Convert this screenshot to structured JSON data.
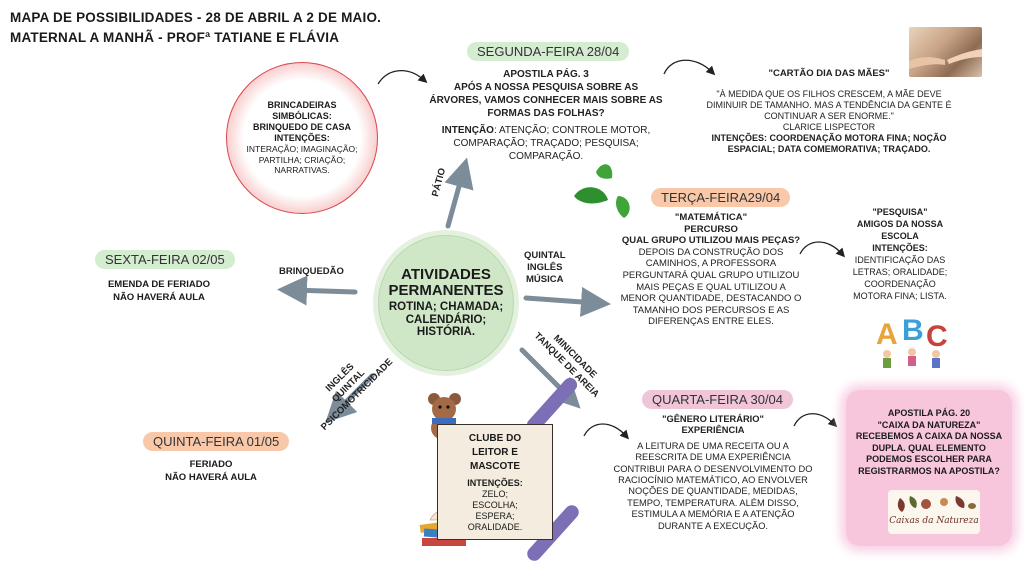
{
  "header": {
    "line1": "MAPA DE POSSIBILIDADES -  28 DE ABRIL A 2 DE MAIO.",
    "line2": "MATERNAL A MANHÃ - PROFª TATIANE E FLÁVIA"
  },
  "hub": {
    "title": "ATIVIDADES PERMANENTES",
    "subtitle": "ROTINA; CHAMADA; CALENDÁRIO; HISTÓRIA."
  },
  "arrows": {
    "patio": "PÁTIO",
    "quintal_ingles_musica": "QUINTAL\nINGLÊS\nMÚSICA",
    "minicidade": "MINICIDADE\nTANQUE DE AREIA",
    "ingles_quintal_psico": "INGLÊS\nQUINTAL\nPSICOMOTRICIDADE",
    "brinquedao": "BRINQUEDÃO"
  },
  "brincadeiras": {
    "title": "BRINCADEIRAS SIMBÓLICAS:",
    "subtitle": "BRINQUEDO DE CASA",
    "intencoes_label": "INTENÇÕES:",
    "intencoes": "INTERAÇÃO; IMAGINAÇÃO; PARTILHA; CRIAÇÃO; NARRATIVAS."
  },
  "segunda": {
    "pill": "SEGUNDA-FEIRA 28/04",
    "activity": "APOSTILA PÁG. 3",
    "text": "APÓS A NOSSA PESQUISA SOBRE AS ÁRVORES, VAMOS CONHECER MAIS SOBRE AS FORMAS DAS FOLHAS?",
    "intencao_label": "INTENÇÃO",
    "intencao": ": ATENÇÃO; CONTROLE  MOTOR, COMPARAÇÃO; TRAÇADO; PESQUISA; COMPARAÇÃO."
  },
  "cartao": {
    "title": "\"CARTÃO DIA DAS MÃES\"",
    "quote": "\"À MEDIDA QUE OS FILHOS CRESCEM, A MÃE DEVE DIMINUIR DE TAMANHO. MAS A TENDÊNCIA DA GENTE É CONTINUAR A SER ENORME.\"",
    "author": "CLARICE LISPECTOR",
    "intencoes": "INTENÇÕES: COORDENAÇÃO MOTORA FINA; NOÇÃO ESPACIAL; DATA COMEMORATIVA; TRAÇADO."
  },
  "terca": {
    "pill": "TERÇA-FEIRA29/04",
    "line1": "\"MATEMÁTICA\"",
    "line2": "PERCURSO",
    "line3": "QUAL GRUPO UTILIZOU MAIS PEÇAS?",
    "text": "DEPOIS DA CONSTRUÇÃO DOS CAMINHOS, A PROFESSORA PERGUNTARÁ QUAL GRUPO UTILIZOU MAIS PEÇAS E QUAL UTILIZOU A MENOR QUANTIDADE, DESTACANDO O TAMANHO DOS PERCURSOS E AS DIFERENÇAS ENTRE ELES."
  },
  "pesquisa": {
    "title": "\"PESQUISA\"",
    "subtitle": "AMIGOS DA NOSSA ESCOLA",
    "intencoes_label": "INTENÇÕES:",
    "intencoes": "IDENTIFICAÇÃO DAS LETRAS; ORALIDADE; COORDENAÇÃO MOTORA FINA; LISTA.",
    "abc": [
      "A",
      "B",
      "C"
    ]
  },
  "quarta": {
    "pill": "QUARTA-FEIRA 30/04",
    "line1": "\"GÊNERO LITERÁRIO\"",
    "line2": "EXPERIÊNCIA",
    "text": "A LEITURA DE UMA RECEITA OU A REESCRITA DE UMA EXPERIÊNCIA CONTRIBUI PARA O DESENVOLVIMENTO DO RACIOCÍNIO MATEMÁTICO, AO ENVOLVER NOÇÕES DE QUANTIDADE, MEDIDAS, TEMPO, TEMPERATURA. ALÉM DISSO, ESTIMULA A MEMÓRIA E A ATENÇÃO DURANTE A EXECUÇÃO."
  },
  "apostila20": {
    "line1": "APOSTILA PÁG. 20",
    "line2": "\"CAIXA DA NATUREZA\"",
    "text": "RECEBEMOS A CAIXA DA NOSSA DUPLA. QUAL ELEMENTO PODEMOS ESCOLHER PARA REGISTRARMOS NA APOSTILA?",
    "logo_text": "Caixas da Natureza"
  },
  "clube": {
    "title": "CLUBE DO LEITOR E MASCOTE",
    "intencoes_label": "INTENÇÕES:",
    "intencoes": "ZELO; ESCOLHA; ESPERA; ORALIDADE."
  },
  "sexta": {
    "pill": "SEXTA-FEIRA 02/05",
    "line1": "EMENDA DE FERIADO",
    "line2": "NÃO HAVERÁ AULA"
  },
  "quinta": {
    "pill": "QUINTA-FEIRA 01/05",
    "line1": "FERIADO",
    "line2": "NÃO HAVERÁ AULA"
  },
  "colors": {
    "hub": "#cfe7c6",
    "green_pill": "#d4ecd0",
    "orange_pill": "#f8c8a8",
    "pink_pill": "#efc5d7",
    "arrow": "#7d8c99",
    "red_ring": "#e8696e",
    "pink_box": "#f7c6dd",
    "leaf": "#3fa53a"
  },
  "icons": [
    "leaf-icon",
    "curly-arrow-icon",
    "teddy-bear-icon",
    "books-icon",
    "abc-kids-icon",
    "photo-hands-icon"
  ]
}
